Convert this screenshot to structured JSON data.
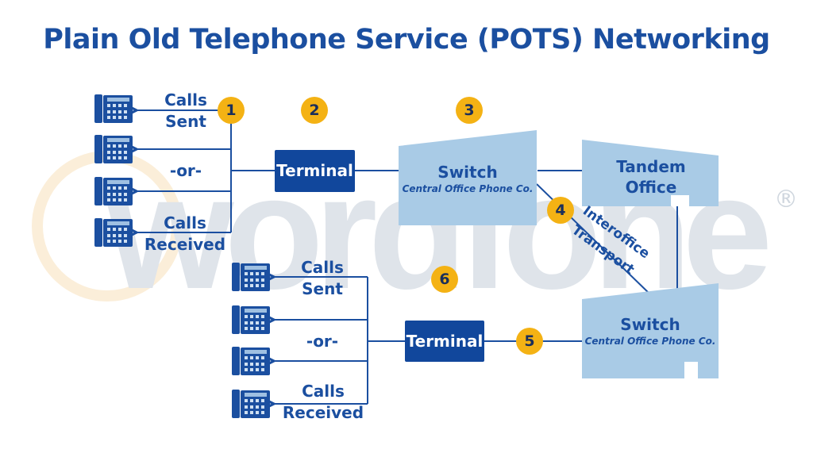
{
  "title": "Plain Old Telephone Service (POTS) Networking",
  "watermark": {
    "brand": "wordfone",
    "registered": "®"
  },
  "colors": {
    "primary": "#1b4fa0",
    "terminal": "#11479c",
    "switch_fill": "#a9cbe6",
    "badge": "#f4b214"
  },
  "top_group": {
    "calls_sent": [
      "Calls",
      "Sent"
    ],
    "or": "-or-",
    "calls_received": [
      "Calls",
      "Received"
    ],
    "terminal": "Terminal"
  },
  "bottom_group": {
    "calls_sent": [
      "Calls",
      "Sent"
    ],
    "or": "-or-",
    "calls_received": [
      "Calls",
      "Received"
    ],
    "terminal": "Terminal"
  },
  "switch_top": {
    "title": "Switch",
    "subtitle": "Central Office Phone Co."
  },
  "tandem": {
    "line1": "Tandem",
    "line2": "Office"
  },
  "switch_bottom": {
    "title": "Switch",
    "subtitle": "Central Office Phone Co."
  },
  "interoffice": {
    "line1": "Interoffice",
    "line2": "Transport"
  },
  "badges": [
    "1",
    "2",
    "3",
    "4",
    "5",
    "6"
  ],
  "icons": {
    "phone": "desk-phone-icon"
  }
}
